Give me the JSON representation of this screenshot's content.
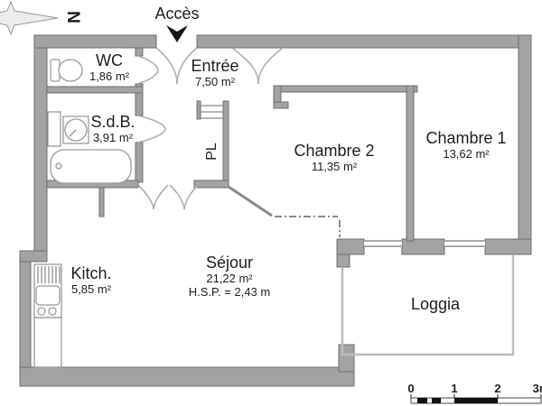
{
  "compass": {
    "north_label": "N"
  },
  "access": {
    "label": "Accès"
  },
  "rooms": {
    "wc": {
      "name": "WC",
      "area": "1,86 m²"
    },
    "entree": {
      "name": "Entrée",
      "area": "7,50 m²"
    },
    "sdb": {
      "name": "S.d.B.",
      "area": "3,91 m²"
    },
    "chambre2": {
      "name": "Chambre 2",
      "area": "11,35 m²"
    },
    "chambre1": {
      "name": "Chambre 1",
      "area": "13,62 m²"
    },
    "kitchen": {
      "name": "Kitch.",
      "area": "5,85 m²"
    },
    "sejour": {
      "name": "Séjour",
      "area": "21,22 m²",
      "ceiling_height": "H.S.P. = 2,43 m"
    },
    "loggia": {
      "name": "Loggia"
    }
  },
  "closet": {
    "label": "PL"
  },
  "scale_bar": {
    "tick0": "0",
    "tick1": "1",
    "tick2": "2",
    "tick3": "3m"
  },
  "colors": {
    "wall": "#a3a3a3",
    "wall_outline": "#6f6f6f",
    "fixture": "#9a9a9a",
    "door_arc": "#b0b0b0",
    "text": "#1d1d1d",
    "access_arrow": "#141414"
  }
}
